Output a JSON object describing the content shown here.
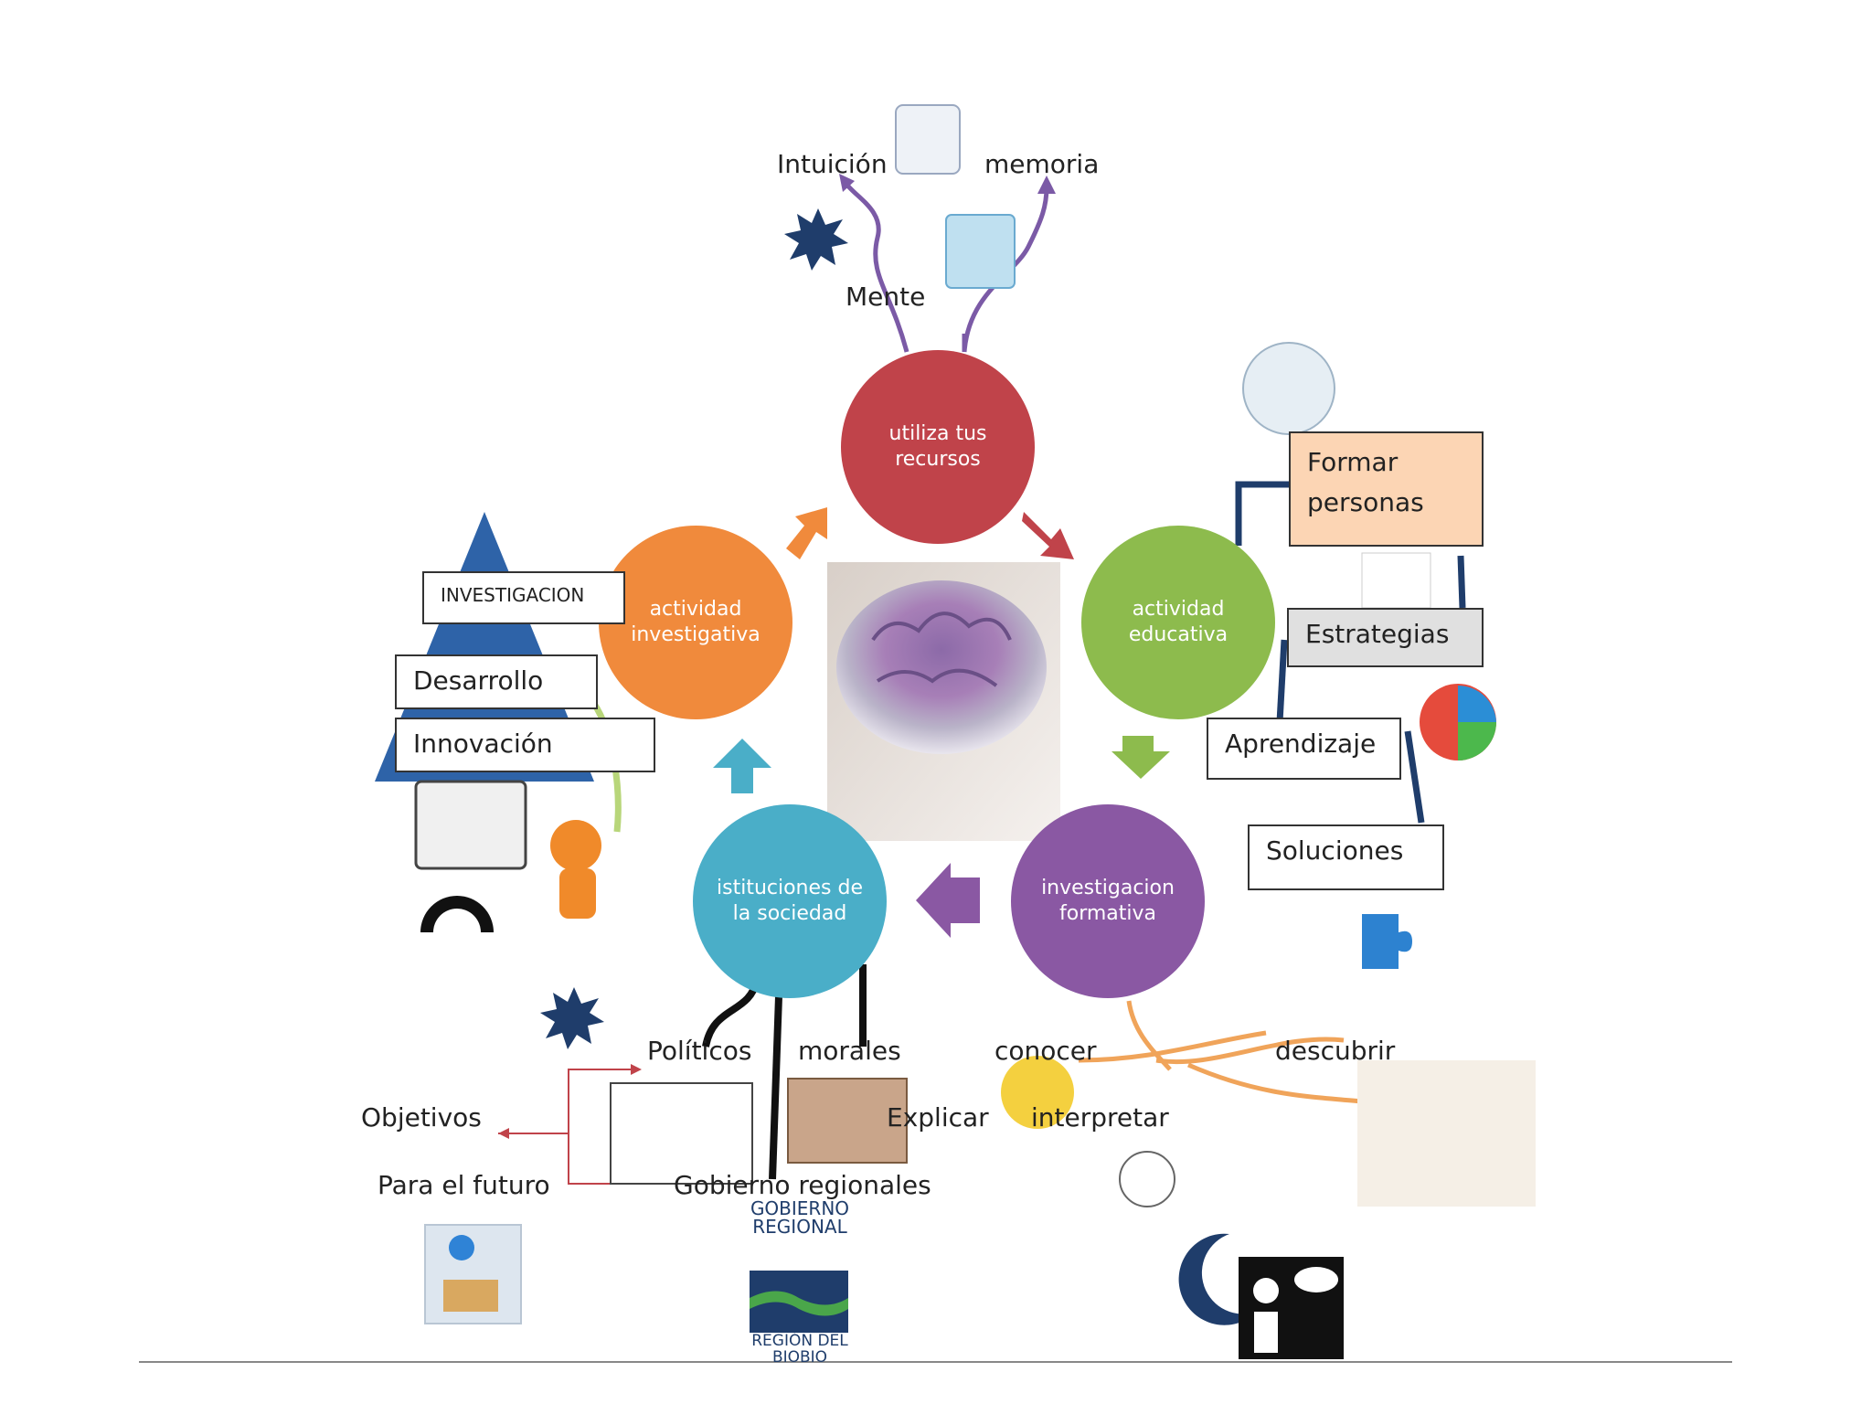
{
  "circles": {
    "top": {
      "label": "utiliza tus recursos",
      "color": "#c0434a"
    },
    "right": {
      "label": "actividad educativa",
      "color": "#8dbb4d"
    },
    "bottom_right": {
      "label": "investigacion formativa",
      "color": "#8a58a3"
    },
    "bottom_left": {
      "label": "istituciones de la sociedad",
      "color": "#4aaec8"
    },
    "left": {
      "label": "actividad investigativa",
      "color": "#f08a3c"
    }
  },
  "top_labels": {
    "intuicion": "Intuición",
    "memoria": "memoria",
    "mente": "Mente"
  },
  "right_boxes": {
    "formar": "Formar personas",
    "estrategias": "Estrategias",
    "aprendizaje": "Aprendizaje",
    "soluciones": "Soluciones"
  },
  "left_boxes": {
    "investigacion": "INVESTIGACION",
    "desarrollo": "Desarrollo",
    "innovacion": "Innovación"
  },
  "bottom_left_labels": {
    "politicos": "Políticos",
    "morales": "morales",
    "objetivos": "Objetivos",
    "futuro": "Para el futuro",
    "gobierno": "Gobierno regionales"
  },
  "bottom_right_labels": {
    "conocer": "conocer",
    "descubrir": "descubrir",
    "explicar": "Explicar",
    "interpretar": "interpretar"
  },
  "logo_text": {
    "line1": "GOBIERNO",
    "line2": "REGIONAL",
    "line3": "REGIÓN DEL",
    "line4": "BIOBIO"
  },
  "colors": {
    "arrow_orange": "#f08a3c",
    "arrow_red": "#c0434a",
    "arrow_green": "#8dbb4d",
    "arrow_purple": "#8a58a3",
    "arrow_blue": "#4aaec8",
    "connector_purple": "#7b5aa6",
    "connector_orange": "#f0a45a",
    "box_peach": "#fcd5b4",
    "box_gray": "#e0e0e0",
    "navy": "#1f3d6b"
  }
}
